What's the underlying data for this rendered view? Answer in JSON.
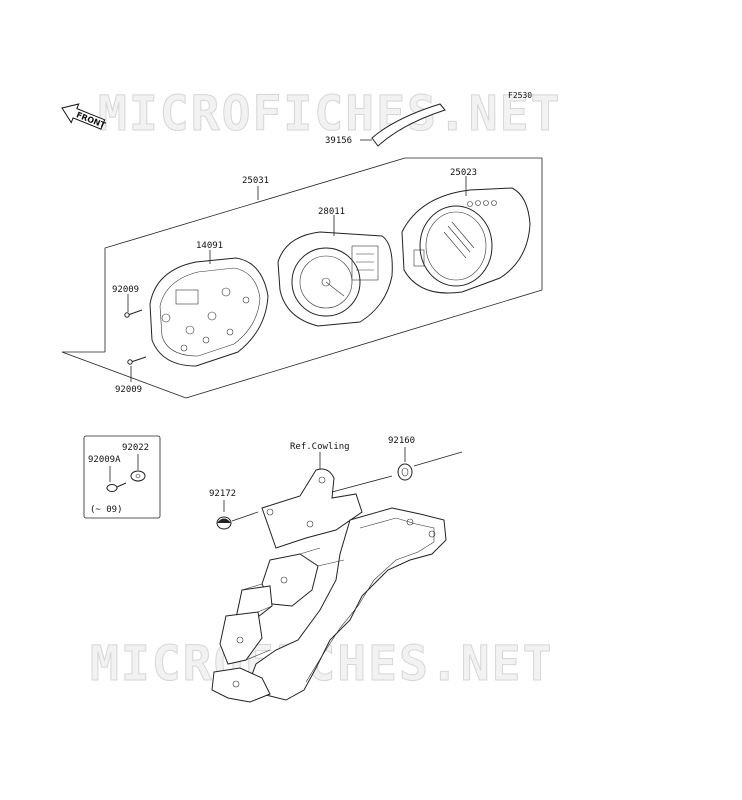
{
  "figure_code": "F2530",
  "watermark_text": "MICROFICHES.NET",
  "direction_tag": "FRONT",
  "parts": {
    "p39156": "39156",
    "p25031": "25031",
    "p25023": "25023",
    "p28011": "28011",
    "p14091": "14091",
    "p92009_top": "92009",
    "p92009_bottom": "92009",
    "p92022": "92022",
    "p92009A": "92009A",
    "p92160": "92160",
    "p92172": "92172",
    "ref_cowling": "Ref.Cowling"
  },
  "inset_note": "(~ 09)"
}
